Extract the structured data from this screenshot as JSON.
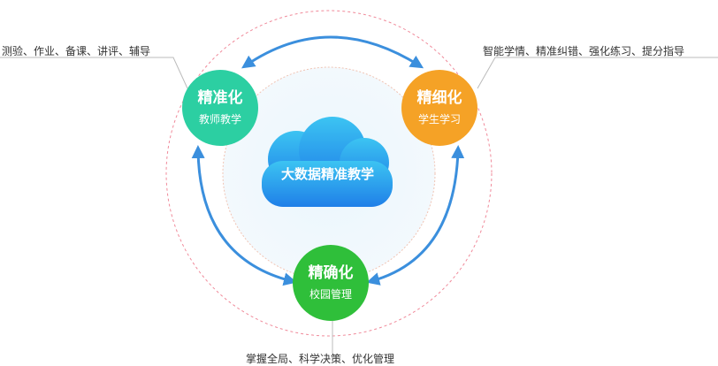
{
  "center": {
    "label": "大数据精准教学"
  },
  "nodes": {
    "teacher": {
      "title": "精准化",
      "subtitle": "教师教学",
      "color": "#2ccfa2"
    },
    "student": {
      "title": "精细化",
      "subtitle": "学生学习",
      "color": "#f5a226"
    },
    "campus": {
      "title": "精确化",
      "subtitle": "校园管理",
      "color": "#2fbf3a"
    }
  },
  "notes": {
    "teacher": "测验、作业、备课、讲评、辅导",
    "student": "智能学情、精准纠错、强化练习、提分指导",
    "campus": "掌握全局、科学决策、优化管理"
  },
  "colors": {
    "arrow": "#3b8fdd",
    "ring": "#f08a9a",
    "cloud": "#2a8cef"
  }
}
